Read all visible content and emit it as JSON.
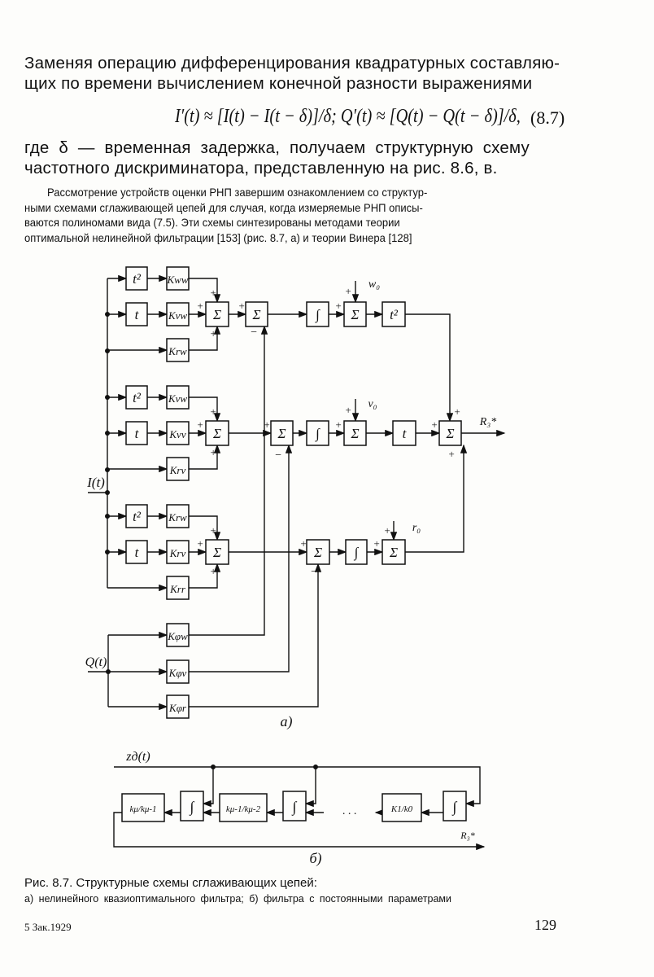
{
  "text_top": [
    "Заменяя операцию дифференцирования квадратурных составляю-",
    "щих по времени вычислением конечной разности выражениями"
  ],
  "equation": "I′(t) ≈ [I(t) − I(t − δ)]/δ;   Q′(t) ≈ [Q(t) − Q(t − δ)]/δ,",
  "equation_number": "(8.7)",
  "text_after": [
    "где  δ — временная  задержка,  получаем  структурную  схему",
    "частотного дискриминатора, представленную на рис. 8.6, в."
  ],
  "paragraph": [
    "Рассмотрение устройств оценки РНП завершим ознакомлением со структур-",
    "ными схемами сглаживающей цепей для случая, когда измеряемые РНП описы-",
    "ваются полиномами вида (7.5). Эти схемы синтезированы методами теории",
    "оптимальной нелинейной фильтрации [153] (рис. 8.7, а) и теории Винера [128]"
  ],
  "diagram_a": {
    "input_i": "I(t)",
    "input_q": "Q(t)",
    "t2": "t²",
    "t": "t",
    "sum": "Σ",
    "integ": "∫",
    "k": [
      "Kww",
      "Kvw",
      "Krw",
      "Kvw",
      "Kvv",
      "Krv",
      "Krw",
      "Krv",
      "Krr",
      "Kφw",
      "Kφv",
      "Kφr"
    ],
    "w0": "w₀",
    "v0": "v₀",
    "r0": "r₀",
    "plus": "+",
    "minus": "−",
    "output": "R₃*",
    "label": "а)"
  },
  "diagram_b": {
    "input": "zд(t)",
    "blocks": [
      "kμ/kμ-1",
      "kμ-1/kμ-2",
      "K1/k0"
    ],
    "dots": ". . .",
    "output": "R₃*",
    "label": "б)"
  },
  "caption": {
    "title": "Рис. 8.7. Структурные схемы сглаживающих цепей:",
    "sub": "а) нелинейного квазиоптимального фильтра; б) фильтра с постоянными параметрами"
  },
  "footer": {
    "left": "5 Зак.1929",
    "page_number": "129"
  }
}
